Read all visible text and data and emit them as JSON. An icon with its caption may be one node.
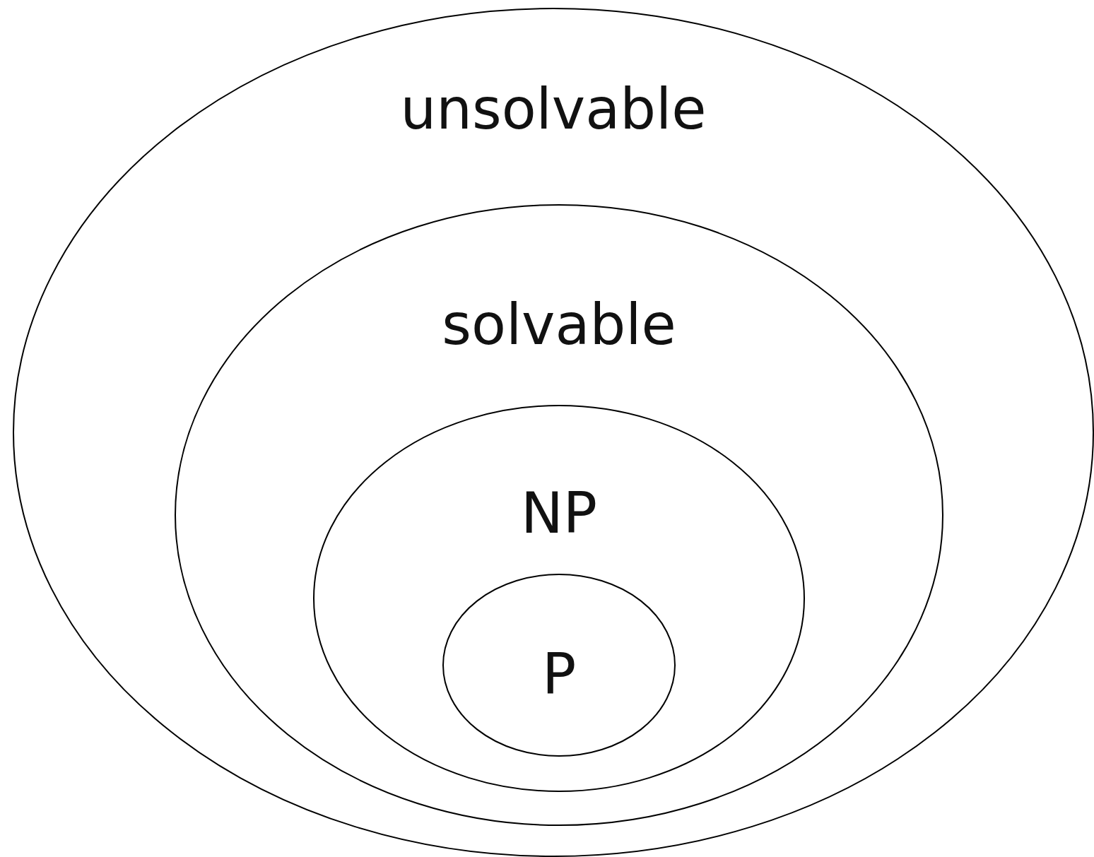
{
  "diagram": {
    "nodes": [
      {
        "text": [
          "unsolvable"
        ]
      },
      {
        "text": [
          "solvable"
        ],
        "in": 0
      },
      {
        "text": [
          "NP"
        ],
        "in": 1
      },
      {
        "text": [
          "P"
        ],
        "in": 2
      }
    ]
  }
}
